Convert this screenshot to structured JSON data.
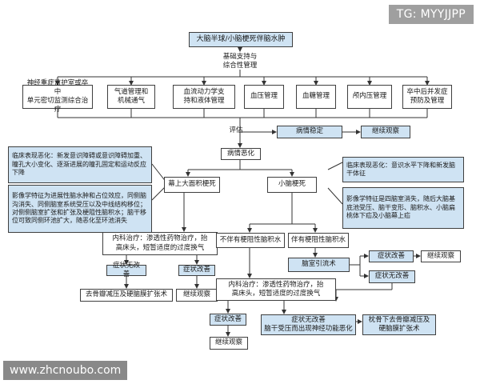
{
  "watermarks": {
    "top": "TG: MYYJJPP",
    "bottom": "www.zhcnoubo.com"
  },
  "title": "大脑半球/小脑梗死伴脑水肿",
  "basic_support": "基础支持与\n综合性管理",
  "management_items": [
    "神经重症监护室或卒中\n单元密切监测综合治疗",
    "气道管理和\n机械通气",
    "血流动力学支\n持和液体管理",
    "血压管理",
    "血糖管理",
    "颅内压管理",
    "卒中后并发症\n预防及管理"
  ],
  "evaluate": "评估",
  "stable": "病情稳定",
  "continue_obs": "继续观察",
  "deteriorate": "病情恶化",
  "left_clinical": "临床表现恶化：新发意识障碍或意识障碍加重、瞳孔大小变化、逐渐进展的瞳孔固定和运动反应下降",
  "left_imaging": "影像学特征为进展性脑水肿和占位效应，同侧脑沟消失、同侧脑室系统受压以及中线结构移位；对侧侧脑室扩张和扩张及梗阻性脑积水；脑干移位可致同侧环池扩大，随恶化至环池消失",
  "right_clinical": "临床表现恶化：意识水平下降和新发脑干体征",
  "right_imaging": "影像学特征是四脑室消失，随后大脑基底池受压、脑干变形、脑积水、小脑扁桃体下疝及小脑幕上疝",
  "supratentorial": "幕上大面积梗死",
  "cerebellar": "小脑梗死",
  "left_medical": "内科治疗：渗透性药物治疗，抬\n高床头，短暂适度的过度换气",
  "no_improve": "症状无改善",
  "improve": "症状改善",
  "decompression": "去骨瓣减压及硬脑膜扩张术",
  "no_hydro": "不伴有梗阻性脑积水",
  "with_hydro": "伴有梗阻性脑积水",
  "ventricular_drain": "脑室引流术",
  "mid_medical": "内科治疗：渗透性药物治疗，抬\n高床头，短暂适度的过度换气",
  "no_improve_brainstem": "症状无改善\n脑干受压而出现神经功能恶化",
  "suboccipital": "枕骨下去骨瓣减压及\n硬脑膜扩张术",
  "colors": {
    "box_fill": "#ffffff",
    "box_blue": "#cfe3f3",
    "border": "#3f3f3f",
    "line": "#333333"
  }
}
